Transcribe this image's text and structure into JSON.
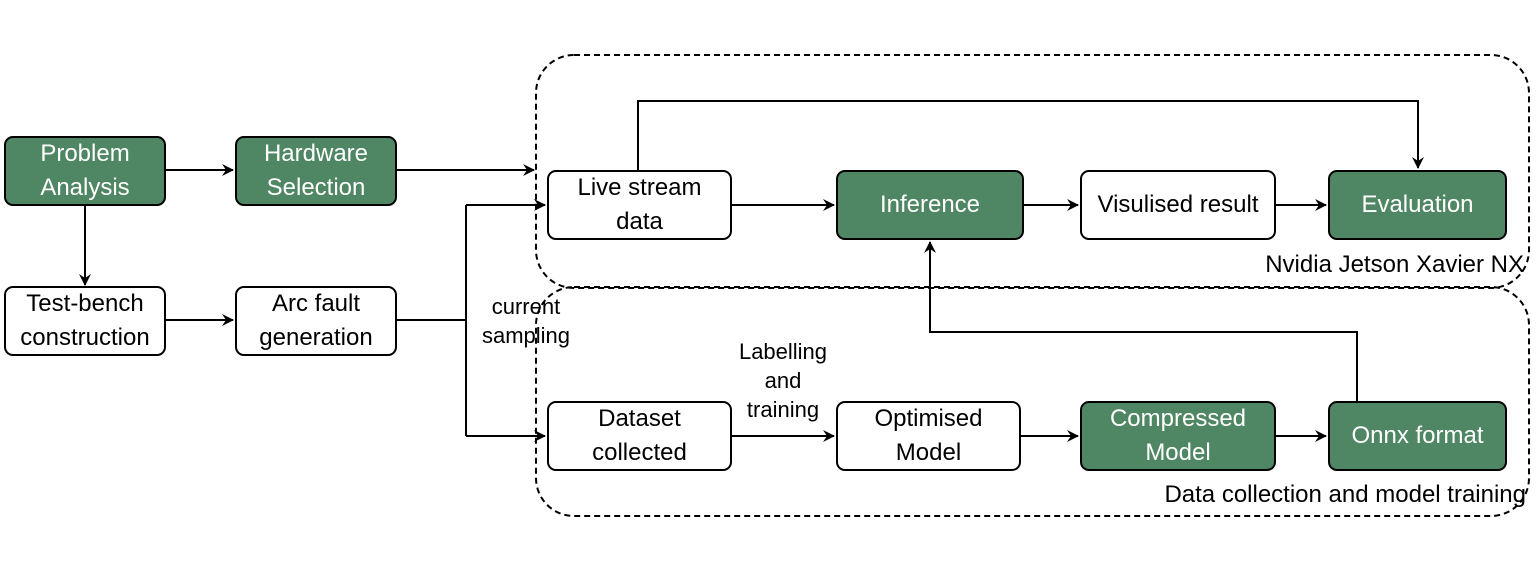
{
  "nodes": {
    "problem_analysis": "Problem\nAnalysis",
    "hardware_selection": "Hardware\nSelection",
    "test_bench": "Test-bench\nconstruction",
    "arc_fault": "Arc fault\ngeneration",
    "live_stream": "Live stream\ndata",
    "inference": "Inference",
    "visualised_result": "Visulised result",
    "evaluation": "Evaluation",
    "dataset": "Dataset\ncollected",
    "optimised_model": "Optimised\nModel",
    "compressed_model": "Compressed\nModel",
    "onnx": "Onnx format"
  },
  "edge_labels": {
    "current_sampling": "current\nsampling",
    "labelling": "Labelling\nand\ntraining"
  },
  "groups": {
    "jetson": "Nvidia Jetson Xavier NX",
    "training": "Data collection and model training"
  },
  "colors": {
    "highlight_fill": "#4f8663",
    "stroke": "#000000"
  }
}
